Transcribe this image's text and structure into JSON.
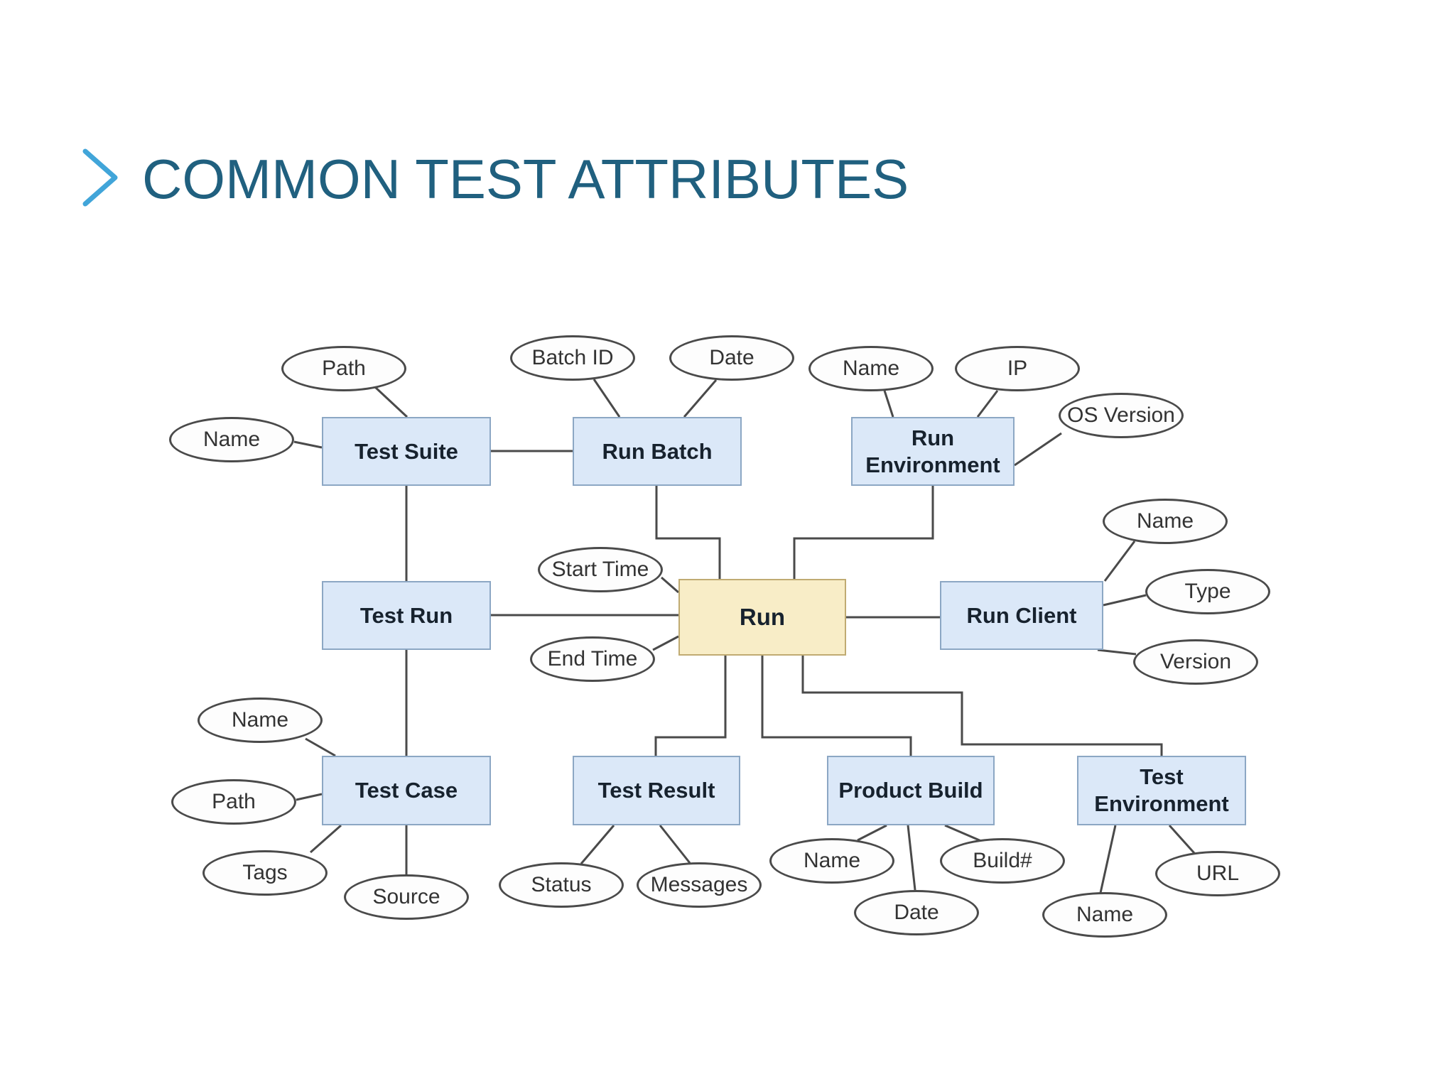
{
  "slide": {
    "title": "COMMON TEST ATTRIBUTES"
  },
  "colors": {
    "entity_fill": "#dbe8f8",
    "entity_border": "#8ca7c4",
    "run_fill": "#f8edc7",
    "run_border": "#c0ab72",
    "ellipse_fill": "#fdfdfd",
    "ellipse_border": "#4a4a4a",
    "line_color": "#4a4a4a",
    "entity_text": "#17222e",
    "attribute_text": "#333333",
    "title_color": "#20607f",
    "chevron_color": "#41a5d9"
  },
  "diagram": {
    "entities": {
      "test_suite": {
        "label": "Test Suite"
      },
      "run_batch": {
        "label": "Run Batch"
      },
      "run_environment": {
        "label_line1": "Run",
        "label_line2": "Environment"
      },
      "test_run": {
        "label": "Test Run"
      },
      "run": {
        "label": "Run"
      },
      "run_client": {
        "label": "Run Client"
      },
      "test_case": {
        "label": "Test Case"
      },
      "test_result": {
        "label": "Test Result"
      },
      "product_build": {
        "label": "Product Build"
      },
      "test_environment": {
        "label_line1": "Test",
        "label_line2": "Environment"
      }
    },
    "attributes": {
      "ts_path": {
        "label": "Path"
      },
      "ts_name": {
        "label": "Name"
      },
      "rb_batch_id": {
        "label": "Batch ID"
      },
      "rb_date": {
        "label": "Date"
      },
      "re_name": {
        "label": "Name"
      },
      "re_ip": {
        "label": "IP"
      },
      "re_os_version": {
        "label": "OS Version"
      },
      "run_start_time": {
        "label": "Start Time"
      },
      "run_end_time": {
        "label": "End Time"
      },
      "rc_name": {
        "label": "Name"
      },
      "rc_type": {
        "label": "Type"
      },
      "rc_version": {
        "label": "Version"
      },
      "tc_name": {
        "label": "Name"
      },
      "tc_path": {
        "label": "Path"
      },
      "tc_tags": {
        "label": "Tags"
      },
      "tc_source": {
        "label": "Source"
      },
      "tr_status": {
        "label": "Status"
      },
      "tr_messages": {
        "label": "Messages"
      },
      "pb_name": {
        "label": "Name"
      },
      "pb_date": {
        "label": "Date"
      },
      "pb_build": {
        "label": "Build#"
      },
      "te_name": {
        "label": "Name"
      },
      "te_url": {
        "label": "URL"
      }
    }
  }
}
